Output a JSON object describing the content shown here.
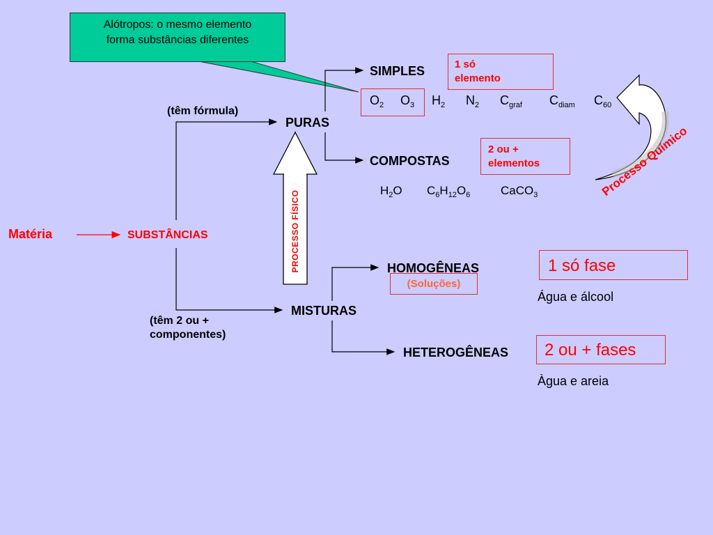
{
  "callout": {
    "line1": "Alótropos: o mesmo elemento",
    "line2": "forma substâncias diferentes"
  },
  "nodes": {
    "materia": "Matéria",
    "substancias": "SUBSTÂNCIAS",
    "puras": "PURAS",
    "misturas": "MISTURAS",
    "simples": "SIMPLES",
    "compostas": "COMPOSTAS",
    "homogeneas": "HOMOGÊNEAS",
    "heterogeneas": "HETEROGÊNEAS"
  },
  "labels": {
    "tem_formula": "(têm fórmula)",
    "tem_componentes_1": "(têm 2 ou +",
    "tem_componentes_2": "componentes)",
    "processo_fisico": "PROCESSO FÍSICO",
    "processo_quimico": "Processo Químico",
    "solucoes": "(Soluções)"
  },
  "boxes": {
    "um_elemento_1": "1 só",
    "um_elemento_2": "elemento",
    "dois_elementos_1": "2 ou +",
    "dois_elementos_2": "elementos",
    "uma_fase": "1 só fase",
    "duas_fases": "2 ou + fases"
  },
  "examples": {
    "homogenea": "Água e álcool",
    "heterogenea": "Àgua e areia"
  },
  "formulas": {
    "simples": [
      {
        "base": "O",
        "sub": "2"
      },
      {
        "base": "O",
        "sub": "3"
      },
      {
        "base": "H",
        "sub": "2"
      },
      {
        "base": "N",
        "sub": "2"
      },
      {
        "base": "C",
        "sub": "graf"
      },
      {
        "base": "C",
        "sub": "diam"
      },
      {
        "base": "C",
        "sub": "60"
      }
    ],
    "compostas": {
      "h2o": {
        "a": "H",
        "a_sub": "2",
        "b": "O"
      },
      "glucose": {
        "a": "C",
        "a_sub": "6",
        "b": "H",
        "b_sub": "12",
        "c": "O",
        "c_sub": "6"
      },
      "caco3": {
        "a": "CaCO",
        "a_sub": "3"
      }
    }
  },
  "colors": {
    "background": "#ccccff",
    "callout": "#00cc99",
    "accent_red": "#ff0000",
    "accent_orange": "#ff6633",
    "box_border": "#e03030"
  }
}
